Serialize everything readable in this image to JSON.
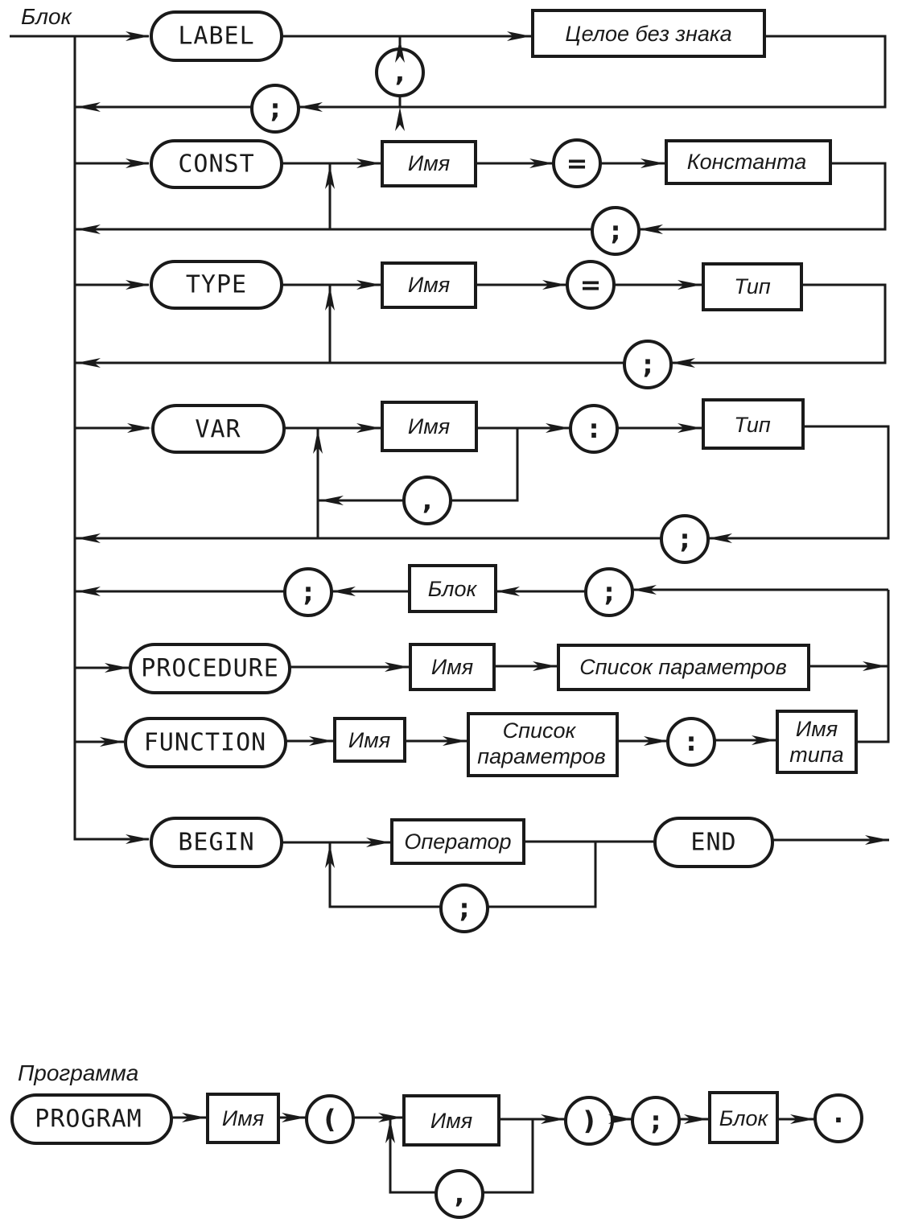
{
  "diagrams": {
    "block": {
      "title": "Блок",
      "label_section": {
        "keyword": "LABEL",
        "item": "Целое без знака",
        "separator": ",",
        "terminator": ";"
      },
      "const_section": {
        "keyword": "CONST",
        "name": "Имя",
        "equals": "=",
        "value": "Константа",
        "terminator": ";"
      },
      "type_section": {
        "keyword": "TYPE",
        "name": "Имя",
        "equals": "=",
        "value": "Тип",
        "terminator": ";"
      },
      "var_section": {
        "keyword": "VAR",
        "name": "Имя",
        "separator": ",",
        "colon": ":",
        "value": "Тип",
        "terminator": ";"
      },
      "subprogram_body": {
        "pre": ";",
        "block": "Блок",
        "post": ";"
      },
      "procedure_section": {
        "keyword": "PROCEDURE",
        "name": "Имя",
        "params": "Список параметров"
      },
      "function_section": {
        "keyword": "FUNCTION",
        "name": "Имя",
        "params_line1": "Список",
        "params_line2": "параметров",
        "colon": ":",
        "type_line1": "Имя",
        "type_line2": "типа"
      },
      "body_section": {
        "begin": "BEGIN",
        "statement": "Оператор",
        "separator": ";",
        "end": "END"
      }
    },
    "program": {
      "title": "Программа",
      "keyword": "PROGRAM",
      "name": "Имя",
      "open_paren": "(",
      "param_name": "Имя",
      "separator": ",",
      "close_paren": ")",
      "semicolon": ";",
      "block": "Блок",
      "period": "."
    }
  }
}
